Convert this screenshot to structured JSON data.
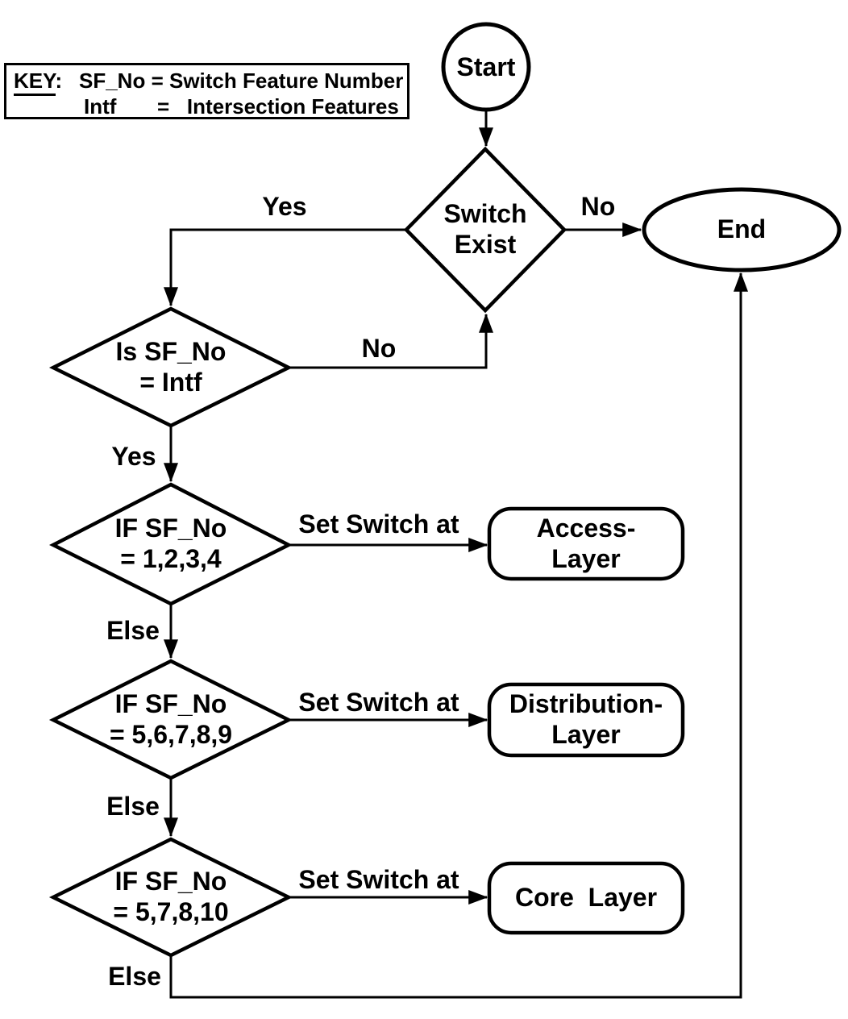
{
  "figure": {
    "background": "#ffffff",
    "line_color": "#000000",
    "text_color": "#000000"
  },
  "key": {
    "title": "KEY",
    "colon": ":",
    "line1": "SF_No = Switch Feature Number",
    "line2": "Intf       =   Intersection Features"
  },
  "nodes": {
    "start": {
      "label": "Start",
      "type": "terminator"
    },
    "switch_exist": {
      "label": "Switch\nExist",
      "type": "decision"
    },
    "end": {
      "label": "End",
      "type": "terminator"
    },
    "is_sf_no_intf": {
      "label": "Is SF_No\n= Intf",
      "type": "decision"
    },
    "if_sf_no_1234": {
      "label": "IF SF_No\n= 1,2,3,4",
      "type": "decision"
    },
    "if_sf_no_56789": {
      "label": "IF SF_No\n= 5,6,7,8,9",
      "type": "decision"
    },
    "if_sf_no_57810": {
      "label": "IF SF_No\n= 5,7,8,10",
      "type": "decision"
    },
    "access_layer": {
      "label": "Access-\nLayer",
      "type": "process"
    },
    "distribution_layer": {
      "label": "Distribution-\nLayer",
      "type": "process"
    },
    "core_layer": {
      "label": "Core  Layer",
      "type": "process"
    }
  },
  "edge_labels": {
    "switch_exist_yes": "Yes",
    "switch_exist_no": "No",
    "intf_no": "No",
    "intf_yes": "Yes",
    "set_switch_access": "Set Switch at",
    "set_switch_distribution": "Set Switch at",
    "set_switch_core": "Set Switch at",
    "else_1": "Else",
    "else_2": "Else",
    "else_3": "Else"
  }
}
